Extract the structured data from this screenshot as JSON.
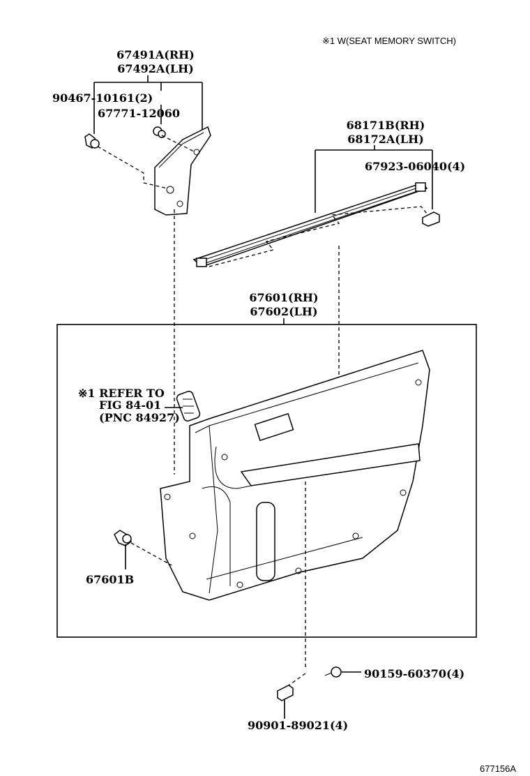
{
  "note": "※1 W(SEAT MEMORY SWITCH)",
  "labels": {
    "garnish_rh": "67491A(RH)",
    "garnish_lh": "67492A(LH)",
    "clip_a": "90467-10161(2)",
    "clip_b": "67771-12060",
    "weatherstrip_rh": "68171B(RH)",
    "weatherstrip_lh": "68172A(LH)",
    "ws_clip": "67923-06040(4)",
    "panel_rh": "67601(RH)",
    "panel_lh": "67602(LH)",
    "refer_1": "※1 REFER TO",
    "refer_2": "FIG 84-01",
    "refer_3": "(PNC 84927)",
    "panel_clip": "67601B",
    "screw": "90159-60370(4)",
    "nut": "90901-89021(4)",
    "figure_id": "677156A"
  }
}
